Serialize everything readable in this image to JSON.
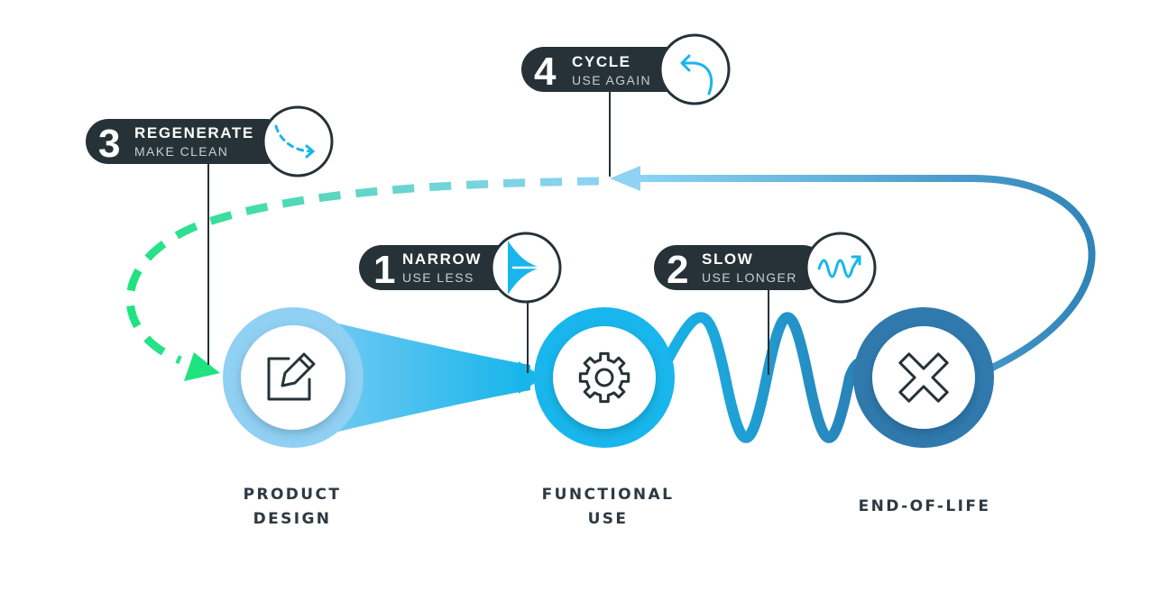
{
  "stages": [
    {
      "id": "product-design",
      "label_lines": [
        "PRODUCT",
        "DESIGN"
      ],
      "icon": "edit-icon"
    },
    {
      "id": "functional-use",
      "label_lines": [
        "FUNCTIONAL",
        "USE"
      ],
      "icon": "gear-icon"
    },
    {
      "id": "end-of-life",
      "label_lines": [
        "END-OF-LIFE"
      ],
      "icon": "x-icon"
    }
  ],
  "callouts": [
    {
      "id": "narrow",
      "number": "1",
      "title": "NARROW",
      "subtitle": "USE LESS",
      "icon": "narrow-arrow-icon"
    },
    {
      "id": "slow",
      "number": "2",
      "title": "SLOW",
      "subtitle": "USE LONGER",
      "icon": "wave-arrow-icon"
    },
    {
      "id": "regenerate",
      "number": "3",
      "title": "REGENERATE",
      "subtitle": "MAKE CLEAN",
      "icon": "dashed-arrow-icon"
    },
    {
      "id": "cycle",
      "number": "4",
      "title": "CYCLE",
      "subtitle": "USE AGAIN",
      "icon": "return-arrow-icon"
    }
  ],
  "colors": {
    "dark": "#263238",
    "light_blue": "#8fd0f3",
    "cyan": "#1ab8ec",
    "steel_blue": "#2f79ad",
    "green": "#1ddf8a",
    "text": "#2d3842"
  }
}
